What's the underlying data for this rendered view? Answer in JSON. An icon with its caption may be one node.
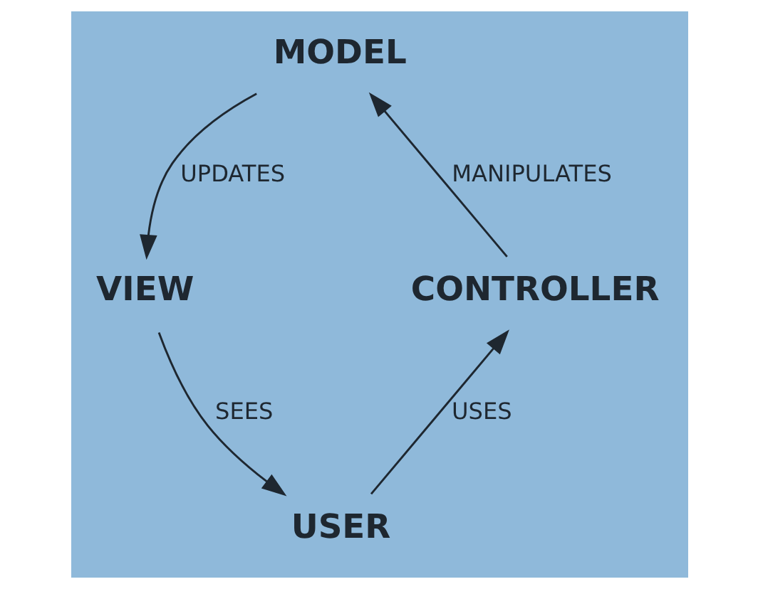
{
  "diagram": {
    "nodes": [
      {
        "text": [
          "MODEL"
        ]
      },
      {
        "text": [
          "VIEW"
        ]
      },
      {
        "text": [
          "CONTROLLER"
        ]
      },
      {
        "text": [
          "USER"
        ]
      }
    ],
    "edges": [
      {
        "from": 0,
        "to": 1,
        "arrow": "to",
        "label": "UPDATES"
      },
      {
        "from": 1,
        "to": 3,
        "arrow": "to",
        "label": "SEES"
      },
      {
        "from": 3,
        "to": 2,
        "arrow": "to",
        "label": "USES"
      },
      {
        "from": 2,
        "to": 0,
        "arrow": "to",
        "label": "MANIPULATES"
      }
    ]
  }
}
